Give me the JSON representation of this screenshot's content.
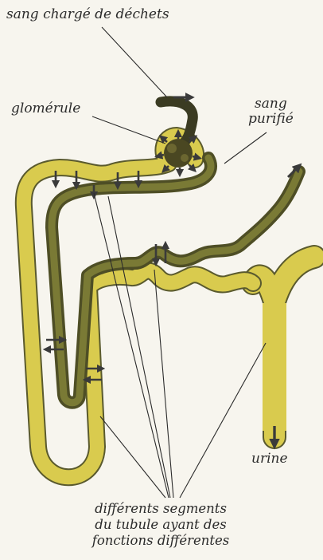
{
  "labels": {
    "sang_charge": "sang chargé de déchets",
    "glomerule": "glomérule",
    "sang_purifie_1": "sang",
    "sang_purifie_2": "purifié",
    "urine": "urine",
    "segments_1": "différents segments",
    "segments_2": "du tubule ayant des",
    "segments_3": "fonctions différentes"
  },
  "colors": {
    "tubule_fill": "#d9cb4e",
    "tubule_outline": "#5a5a2e",
    "vessel": "#5b5b2a",
    "vessel_dark": "#3b3b22",
    "arrow": "#3a3a3a",
    "background": "#f7f5ee",
    "text": "#2b2b2b"
  }
}
